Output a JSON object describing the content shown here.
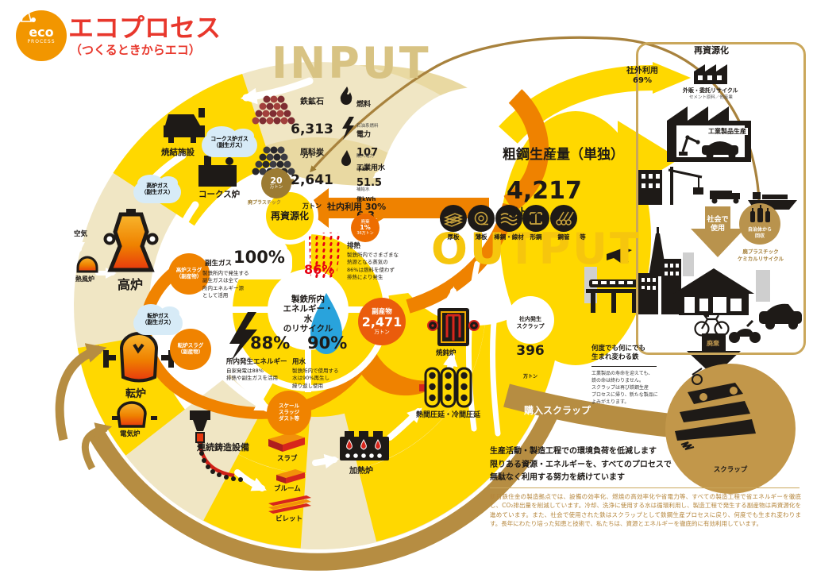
{
  "meta": {
    "title": "エコプロセス",
    "subtitle": "（つくるときからエコ）",
    "logo_top": "eco",
    "logo_bottom": "PROCESS"
  },
  "sections": {
    "input_label": "INPUT",
    "output_label": "OUTPUT"
  },
  "input": {
    "iron_ore": {
      "name": "鉄鉱石",
      "value": "6,313",
      "unit": "万トン"
    },
    "coal": {
      "name": "原料炭",
      "value": "2,641",
      "unit": "万トン"
    },
    "fuel": {
      "name": "燃料",
      "sub": "石油系燃料",
      "value": "107",
      "unit": "千kl"
    },
    "power": {
      "name": "電力",
      "sub": "購入電力",
      "value": "51.5",
      "unit": "億kWh"
    },
    "water": {
      "name": "工業用水",
      "sub": "補給水",
      "value": "6.3",
      "unit": "億㎥"
    }
  },
  "process": {
    "sintering": "焼結施設",
    "coke_oven": "コークス炉",
    "coke_gas": "コークス炉ガス\n（副生ガス）",
    "bf_gas": "高炉ガス\n（副生ガス）",
    "bof_gas": "転炉ガス\n（副生ガス）",
    "air": "空気",
    "hot_stove": "熱風炉",
    "blast_furnace": "高炉",
    "converter": "転炉",
    "eaf": "電気炉",
    "caster": "連続鋳造設備",
    "slab": "スラブ",
    "bloom": "ブルーム",
    "billet": "ビレット",
    "reheating": "加熱炉",
    "rolling": "熱間圧延・冷間圧延",
    "annealing": "焼鈍炉",
    "plastic20_value": "20",
    "plastic20_unit": "万トン",
    "plastic20_label": "廃プラスチック"
  },
  "byproducts": {
    "bf_slag": "高炉スラグ\n（副産物）",
    "bof_slag": "転炉スラグ\n（副産物）",
    "scale": "スケール\nスラッジ\nダスト等"
  },
  "center": {
    "recycle_title": "再資源化",
    "internal_use": "社内利用 30%",
    "waste_l1": "廃棄",
    "waste_l2": "1%",
    "waste_l3": "36万トン",
    "hub": "製鉄所内\nエネルギー・水\nのリサイクル",
    "gas_pct": "100%",
    "gas_name": "副生ガス",
    "gas_desc": "製鉄所内で発生する\n副生ガスは全て\n所内エネルギー源\nとして活用",
    "heat_pct": "86%",
    "heat_name": "排熱",
    "heat_desc": "製鉄所内でさまざまな\n熱源となる蒸気の\n86%は燃料を使わず\n排熱により発生",
    "energy_pct": "88%",
    "energy_name": "所内発生エネルギー",
    "energy_desc": "自家発電は88%\n排熱や副生ガスを活用",
    "water_pct": "90%",
    "water_name": "用水",
    "water_desc": "製鉄所内で使用する\n水は90%再生し\n繰り返し使用"
  },
  "output": {
    "production_label": "粗鋼生産量（単独）",
    "production_value": "4,217",
    "production_unit": "万トン",
    "products": [
      "厚板",
      "薄板",
      "棒鋼・線材",
      "形鋼",
      "鋼管",
      "等"
    ],
    "byproduct_name": "副産物",
    "byproduct_value": "2,471",
    "byproduct_unit": "万トン",
    "internal_scrap_label": "社内発生\nスクラップ",
    "internal_scrap_value": "396",
    "internal_scrap_unit": "万トン",
    "purchased_scrap": "購入スクラップ"
  },
  "right": {
    "external_use": "社外利用\n69%",
    "recycle_title": "再資源化",
    "recycle_sub": "外販・委託リサイクル",
    "recycle_note": "セメント原料／他産業",
    "industry": "工業製品生産",
    "society": "社会で\n使用",
    "municipal": "自治体から\n回収",
    "plastic_chem": "廃プラスチック\nケミカルリサイクル",
    "reborn_title": "何度でも何にでも\n生まれ変わる鉄",
    "reborn_desc": "工業製品の寿命を迎えても、\n鉄の命は終わりません。\nスクラップは再び鉄鋼生産\nプロセスに帰り、新たな製品に\nよみがえります。",
    "disposal": "廃棄",
    "scrap": "スクラップ"
  },
  "footer": {
    "headline": "生産活動・製造工程での環境負荷を低減します\n限りある資源・エネルギーを、すべてのプロセスで\n無駄なく利用する努力を続けています",
    "body": "新日鉄住金の製造拠点では、設備の効率化、燃焼の高効率化や省電力等、すべての製造工程で省エネルギーを徹底し、CO₂排出量を削減しています。冷却、洗浄に使用する水は循環利用し、製造工程で発生する副産物は再資源化を進めています。また、社会で使用された鉄はスクラップとして鉄鋼生産プロセスに戻り、何度でも生まれ変わります。長年にわたり培った知恵と技術で、私たちは、資源とエネルギーを徹底的に有効利用しています。"
  },
  "colors": {
    "accent_red": "#e8372c",
    "yellow": "#ffd800",
    "orange": "#ef8200",
    "deep_orange": "#ea5c0c",
    "beige": "#f0e6c4",
    "tan": "#e9d9a2",
    "brown": "#b68d42",
    "gold": "#c2974a",
    "blue": "#29a3dc",
    "percent_red": "#e60012"
  }
}
